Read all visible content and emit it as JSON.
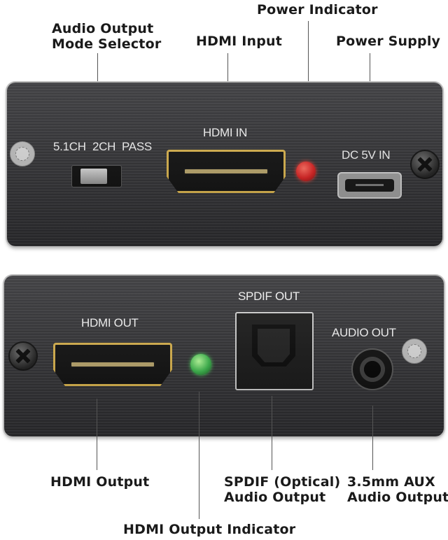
{
  "callouts": {
    "audio_output_mode_selector": [
      "Audio Output",
      "Mode Selector"
    ],
    "hdmi_input": "HDMI Input",
    "power_indicator": "Power Indicator",
    "power_supply": "Power Supply",
    "hdmi_output": "HDMI Output",
    "spdif_audio_output": [
      "SPDIF (Optical)",
      "Audio Output"
    ],
    "aux_audio_output": [
      "3.5mm AUX",
      "Audio Output"
    ],
    "hdmi_output_indicator": "HDMI Output Indicator"
  },
  "front_panel": {
    "switch_label_51": "5.1CH",
    "switch_label_2ch": "2CH",
    "switch_label_pass": "PASS",
    "hdmi_in_label": "HDMI IN",
    "dc_label": "DC 5V IN"
  },
  "back_panel": {
    "hdmi_out_label": "HDMI OUT",
    "spdif_out_label": "SPDIF OUT",
    "audio_out_label": "AUDIO OUT"
  },
  "colors": {
    "power_led": "#d81e1e",
    "hdmi_out_led": "#39b54a",
    "hdmi_port_outline": "#d8b14a"
  }
}
